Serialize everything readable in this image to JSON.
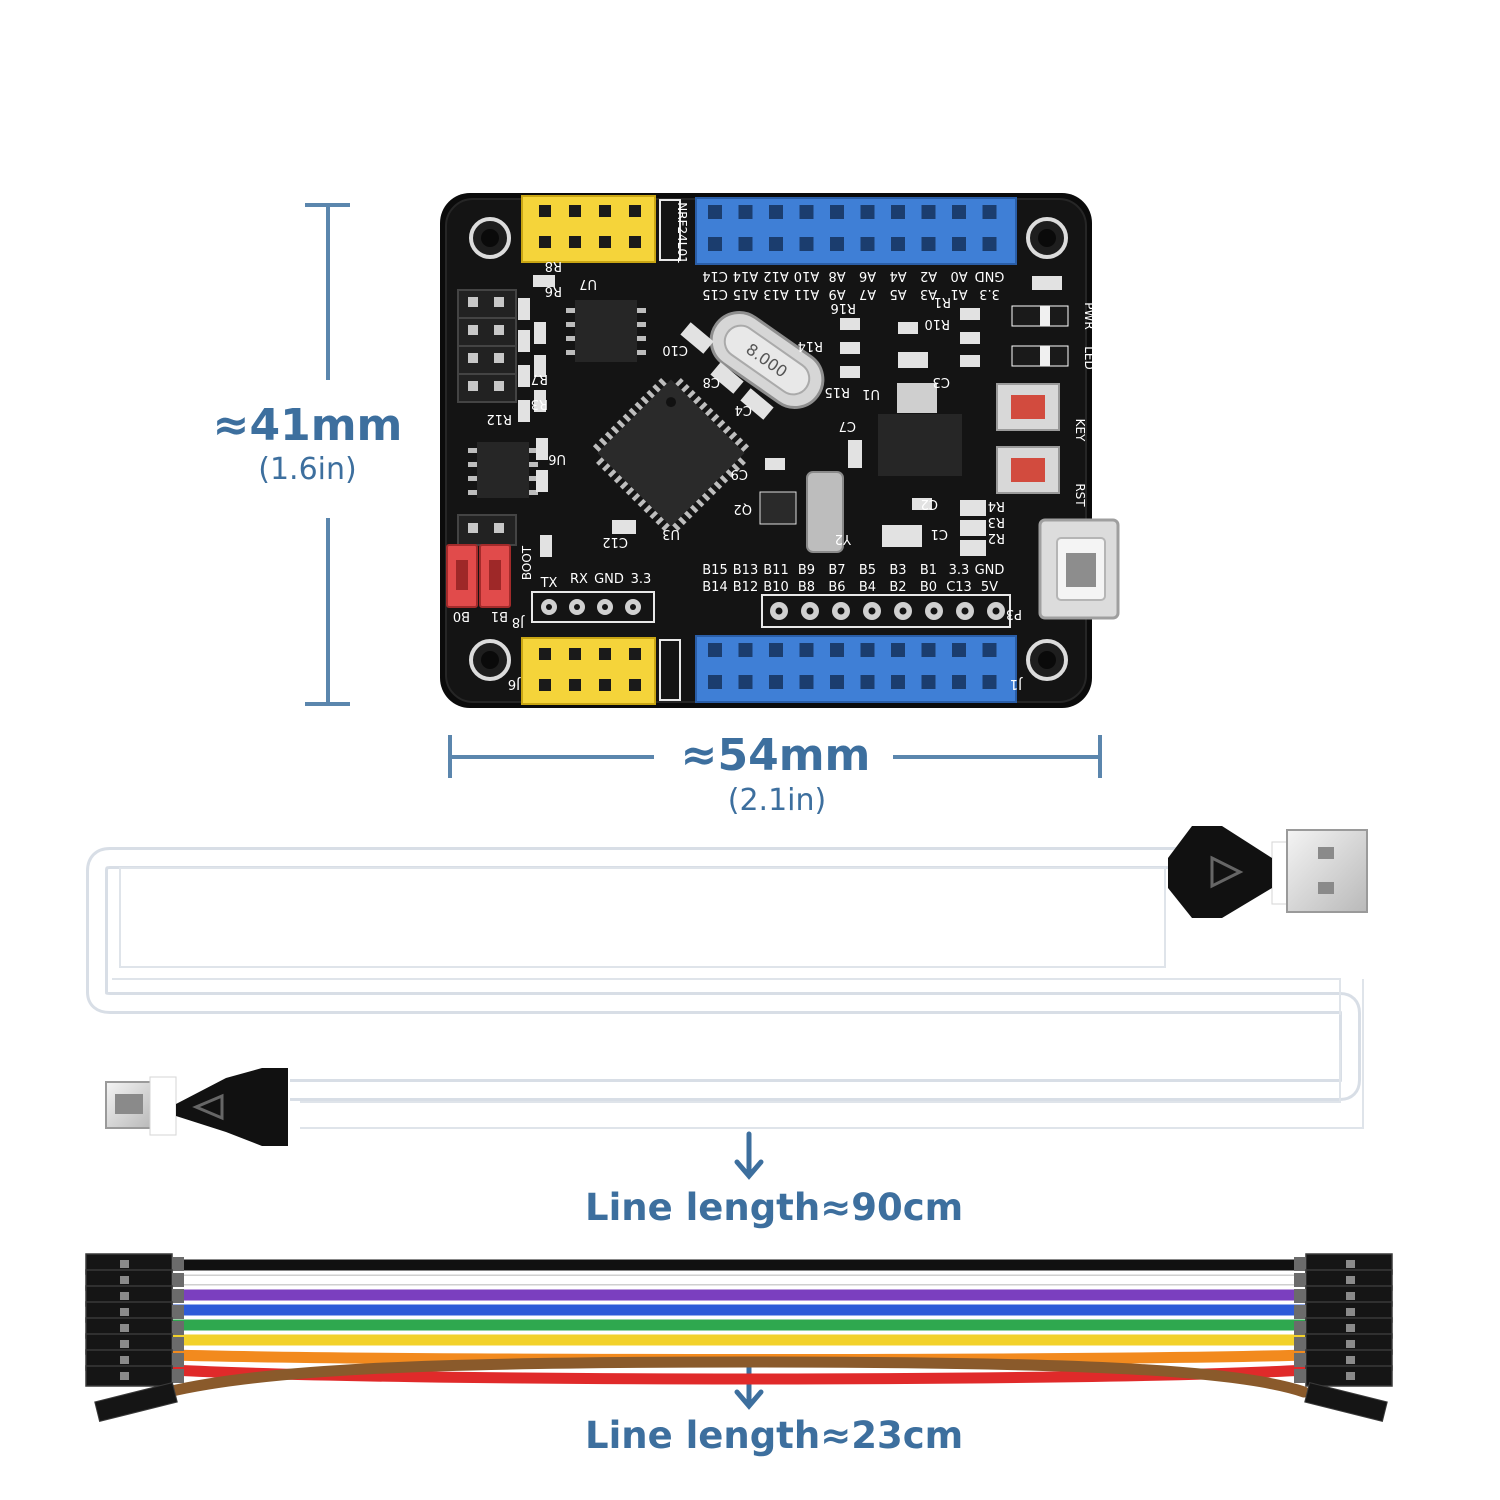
{
  "board": {
    "height_label": "≈41mm",
    "height_sub": "(1.6in)",
    "width_label": "≈54mm",
    "width_sub": "(2.1in)",
    "header_top_labels": [
      "C14",
      "A14",
      "A12",
      "A10",
      "A8",
      "A6",
      "A4",
      "A2",
      "A0",
      "GND"
    ],
    "header_top_labels2": [
      "C15",
      "A15",
      "A13",
      "A11",
      "A9",
      "A7",
      "A5",
      "A3",
      "A1",
      "3.3"
    ],
    "header_bot_labels": [
      "B15",
      "B13",
      "B11",
      "B9",
      "B7",
      "B5",
      "B3",
      "B1",
      "3.3",
      "GND"
    ],
    "header_bot_labels2": [
      "B14",
      "B12",
      "B10",
      "B8",
      "B6",
      "B4",
      "B2",
      "B0",
      "C13",
      "5V"
    ],
    "uart_labels": [
      "TX",
      "RX",
      "GND",
      "3.3"
    ],
    "nrf_label": "NRF24L01",
    "boot_label": "BOOT",
    "key_label": "KEY",
    "rst_label": "RST",
    "led_label": "LED",
    "pwr_label": "PWR",
    "crystal_label": "8.000",
    "ref_designators": [
      "R8",
      "R6",
      "U7",
      "R16",
      "R1",
      "R10",
      "R14",
      "R15",
      "C10",
      "C8",
      "C4",
      "C3",
      "U1",
      "C7",
      "C9",
      "C12",
      "U3",
      "R7",
      "R3",
      "R12",
      "U6",
      "Q2",
      "Y2",
      "C2",
      "C1",
      "R4",
      "R3",
      "R2",
      "J1",
      "P3",
      "J6",
      "J8",
      "B0",
      "B1"
    ]
  },
  "usb_cable": {
    "caption": "Line length≈90cm"
  },
  "jumper_wires": {
    "caption": "Line length≈23cm",
    "wire_colors": [
      "#111111",
      "#f2f2f2",
      "#7b3fbf",
      "#2e5bd8",
      "#2fa84f",
      "#f2d12a",
      "#f28a1e",
      "#e02a2a",
      "#8a5a2b"
    ]
  }
}
